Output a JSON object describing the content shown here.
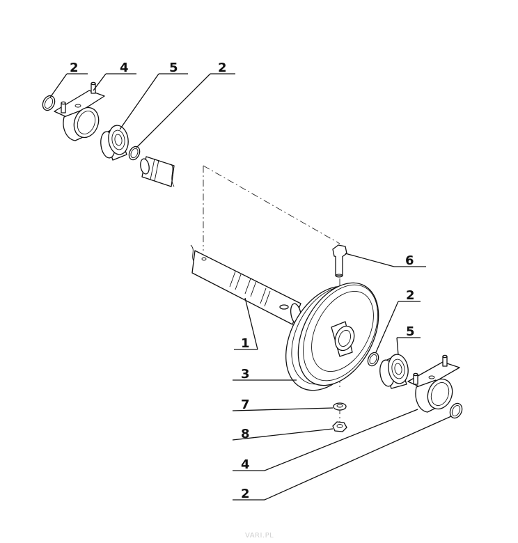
{
  "callouts": [
    {
      "id": "c1",
      "label": "2"
    },
    {
      "id": "c2",
      "label": "4"
    },
    {
      "id": "c3",
      "label": "5"
    },
    {
      "id": "c4",
      "label": "2"
    },
    {
      "id": "c5",
      "label": "6"
    },
    {
      "id": "c6",
      "label": "2"
    },
    {
      "id": "c7",
      "label": "5"
    },
    {
      "id": "c8",
      "label": "1"
    },
    {
      "id": "c9",
      "label": "3"
    },
    {
      "id": "c10",
      "label": "7"
    },
    {
      "id": "c11",
      "label": "8"
    },
    {
      "id": "c12",
      "label": "4"
    },
    {
      "id": "c13",
      "label": "2"
    }
  ],
  "watermark": "VARI.PL",
  "colors": {
    "line": "#111111",
    "background": "#ffffff",
    "watermark": "#cfcfcf"
  }
}
